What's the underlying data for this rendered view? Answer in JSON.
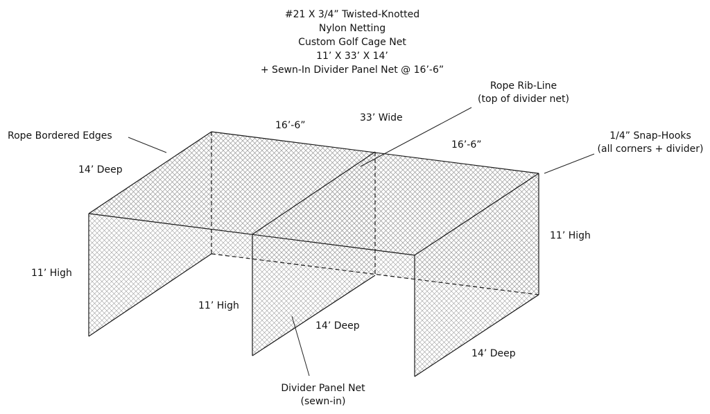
{
  "title": {
    "lines": [
      "#21 X 3/4” Twisted-Knotted",
      "Nylon Netting",
      "Custom Golf Cage Net",
      "11’ X 33’ X 14’",
      "+ Sewn-In Divider Panel Net @ 16’-6”"
    ]
  },
  "labels": {
    "rope_bordered_edges": "Rope Bordered Edges",
    "deep_left_top": "14’ Deep",
    "high_left": "11’ High",
    "high_divider": "11’ High",
    "deep_divider": "14’ Deep",
    "deep_right": "14’ Deep",
    "high_right": "11’ High",
    "section_left": "16’-6”",
    "section_right": "16’-6”",
    "wide": "33’ Wide",
    "rib_line_1": "Rope Rib-Line",
    "rib_line_2": "(top of divider net)",
    "snap_hooks_1": "1/4” Snap-Hooks",
    "snap_hooks_2": "(all corners + divider)",
    "divider_panel_1": "Divider Panel Net",
    "divider_panel_2": "(sewn-in)"
  },
  "colors": {
    "line": "#1a1a1a",
    "mesh": "#9a9a9a",
    "background": "#ffffff"
  }
}
